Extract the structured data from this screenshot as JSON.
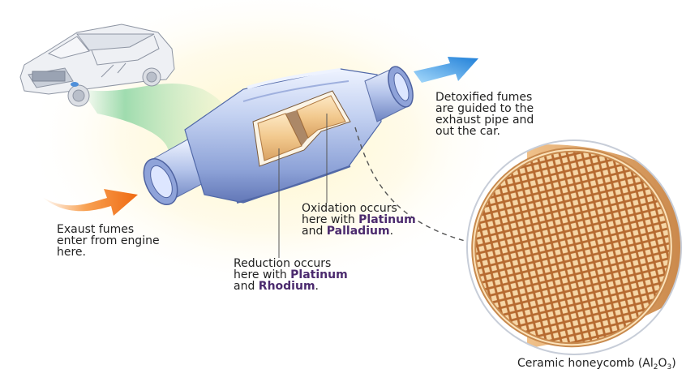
{
  "labels": {
    "exhaust_in": [
      "Exaust fumes",
      "enter from engine",
      "here."
    ],
    "reduction": {
      "line1": "Reduction occurs",
      "line2_prefix": "here with ",
      "line2_metal": "Platinum",
      "line3_prefix": "and ",
      "line3_metal": "Rhodium",
      "line3_suffix": "."
    },
    "oxidation": {
      "line1": "Oxidation occurs",
      "line2_prefix": "here with ",
      "line2_metal": "Platinum",
      "line3_prefix": "and ",
      "line3_metal": "Palladium",
      "line3_suffix": "."
    },
    "detoxified": [
      "Detoxified fumes",
      "are guided to the",
      "exhaust pipe and",
      "out the car."
    ],
    "ceramic": {
      "text": "Ceramic honeycomb (Al",
      "sub1": "2",
      "mid": "O",
      "sub2": "3",
      "close": ")"
    }
  },
  "colors": {
    "metal_text": "#4b2a6e",
    "converter_body": "#b8c8ee",
    "converter_shadow": "#6f86c4",
    "ceramic_core": "#f0c98e",
    "arrow_in": "#f07a22",
    "arrow_out": "#2f8fe0",
    "fume_cloud": "#7fd19a"
  }
}
